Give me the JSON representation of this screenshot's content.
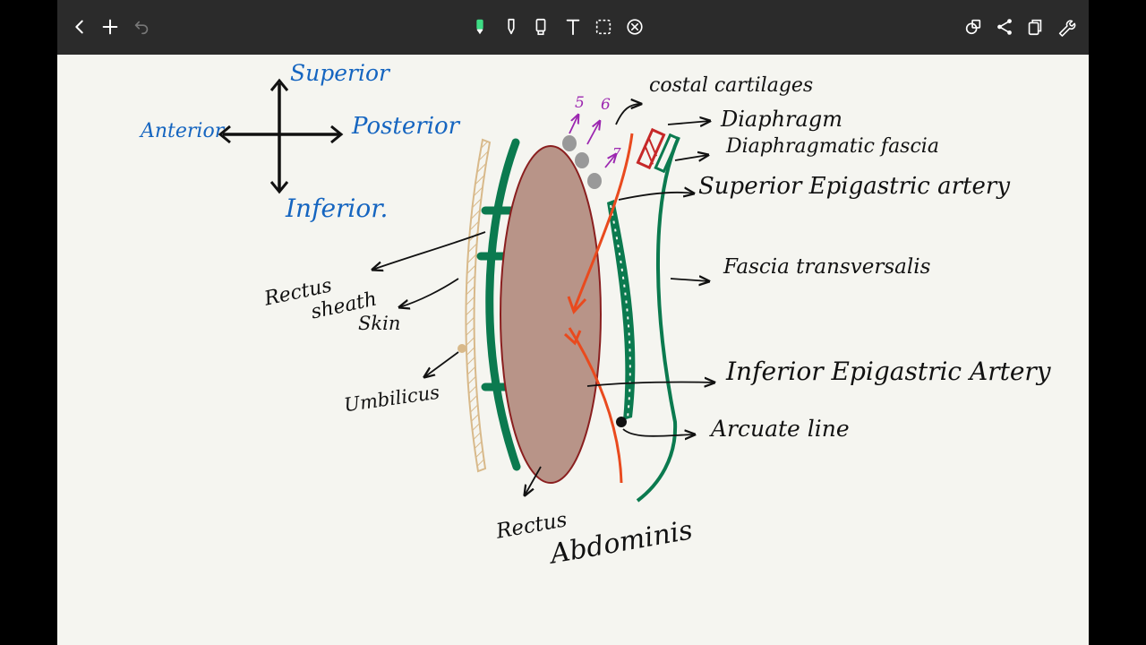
{
  "toolbar": {
    "left": [
      {
        "name": "back-icon",
        "glyph": "chevron-left"
      },
      {
        "name": "add-icon",
        "glyph": "plus"
      },
      {
        "name": "undo-icon",
        "glyph": "undo"
      }
    ],
    "center": [
      {
        "name": "pen-icon"
      },
      {
        "name": "marker-icon"
      },
      {
        "name": "highlighter-icon"
      },
      {
        "name": "text-icon"
      },
      {
        "name": "lasso-icon"
      },
      {
        "name": "eraser-icon"
      }
    ],
    "right": [
      {
        "name": "shapes-icon"
      },
      {
        "name": "share-icon"
      },
      {
        "name": "copy-icon"
      },
      {
        "name": "wrench-icon"
      }
    ]
  },
  "colors": {
    "orientation_ink": "#1565c0",
    "label_ink": "#111111",
    "muscle_fill": "#b89488",
    "muscle_edge": "#8a1f1f",
    "rectus_sheath": "#0b7a4f",
    "artery": "#e94a1e",
    "skin": "#d8b98a",
    "rib_numbers": "#9c27b0",
    "diaphragm": "#c62828"
  },
  "orientation": {
    "superior": "Superior",
    "anterior": "Anterior",
    "posterior": "Posterior",
    "inferior": "Inferior."
  },
  "rib_numbers": [
    "5",
    "6",
    "7"
  ],
  "labels": {
    "costal_cartilages": "costal cartilages",
    "diaphragm": "Diaphragm",
    "diaphragmatic_fascia": "Diaphragmatic fascia",
    "superior_epigastric_artery": "Superior Epigastric artery",
    "fascia_transversalis": "Fascia transversalis",
    "rectus_sheath_line1": "Rectus",
    "rectus_sheath_line2": "sheath",
    "skin": "Skin",
    "umbilicus": "Umbilicus",
    "inferior_epigastric_artery": "Inferior Epigastric Artery",
    "arcuate_line": "Arcuate line",
    "rectus_abdominis_line1": "Rectus",
    "rectus_abdominis_line2": "Abdominis"
  }
}
